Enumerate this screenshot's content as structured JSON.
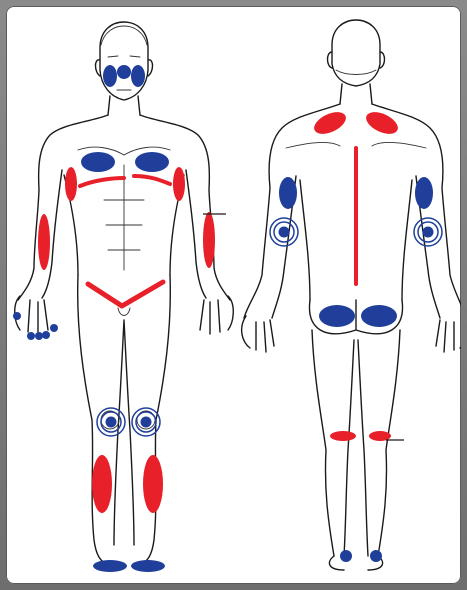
{
  "colors": {
    "frame": "#7a7a7a",
    "panel_background": "#ffffff",
    "outline": "#1a1a1a",
    "pain_zone_red": "#e8202a",
    "pain_zone_blue": "#1f3f9a"
  },
  "views": [
    {
      "view": "front-body"
    },
    {
      "view": "back-body"
    }
  ],
  "markers": {
    "red_oval_count": 10,
    "blue_oval_count": 13,
    "blue_concentric_target_count": 4,
    "red_line_count": 5
  }
}
